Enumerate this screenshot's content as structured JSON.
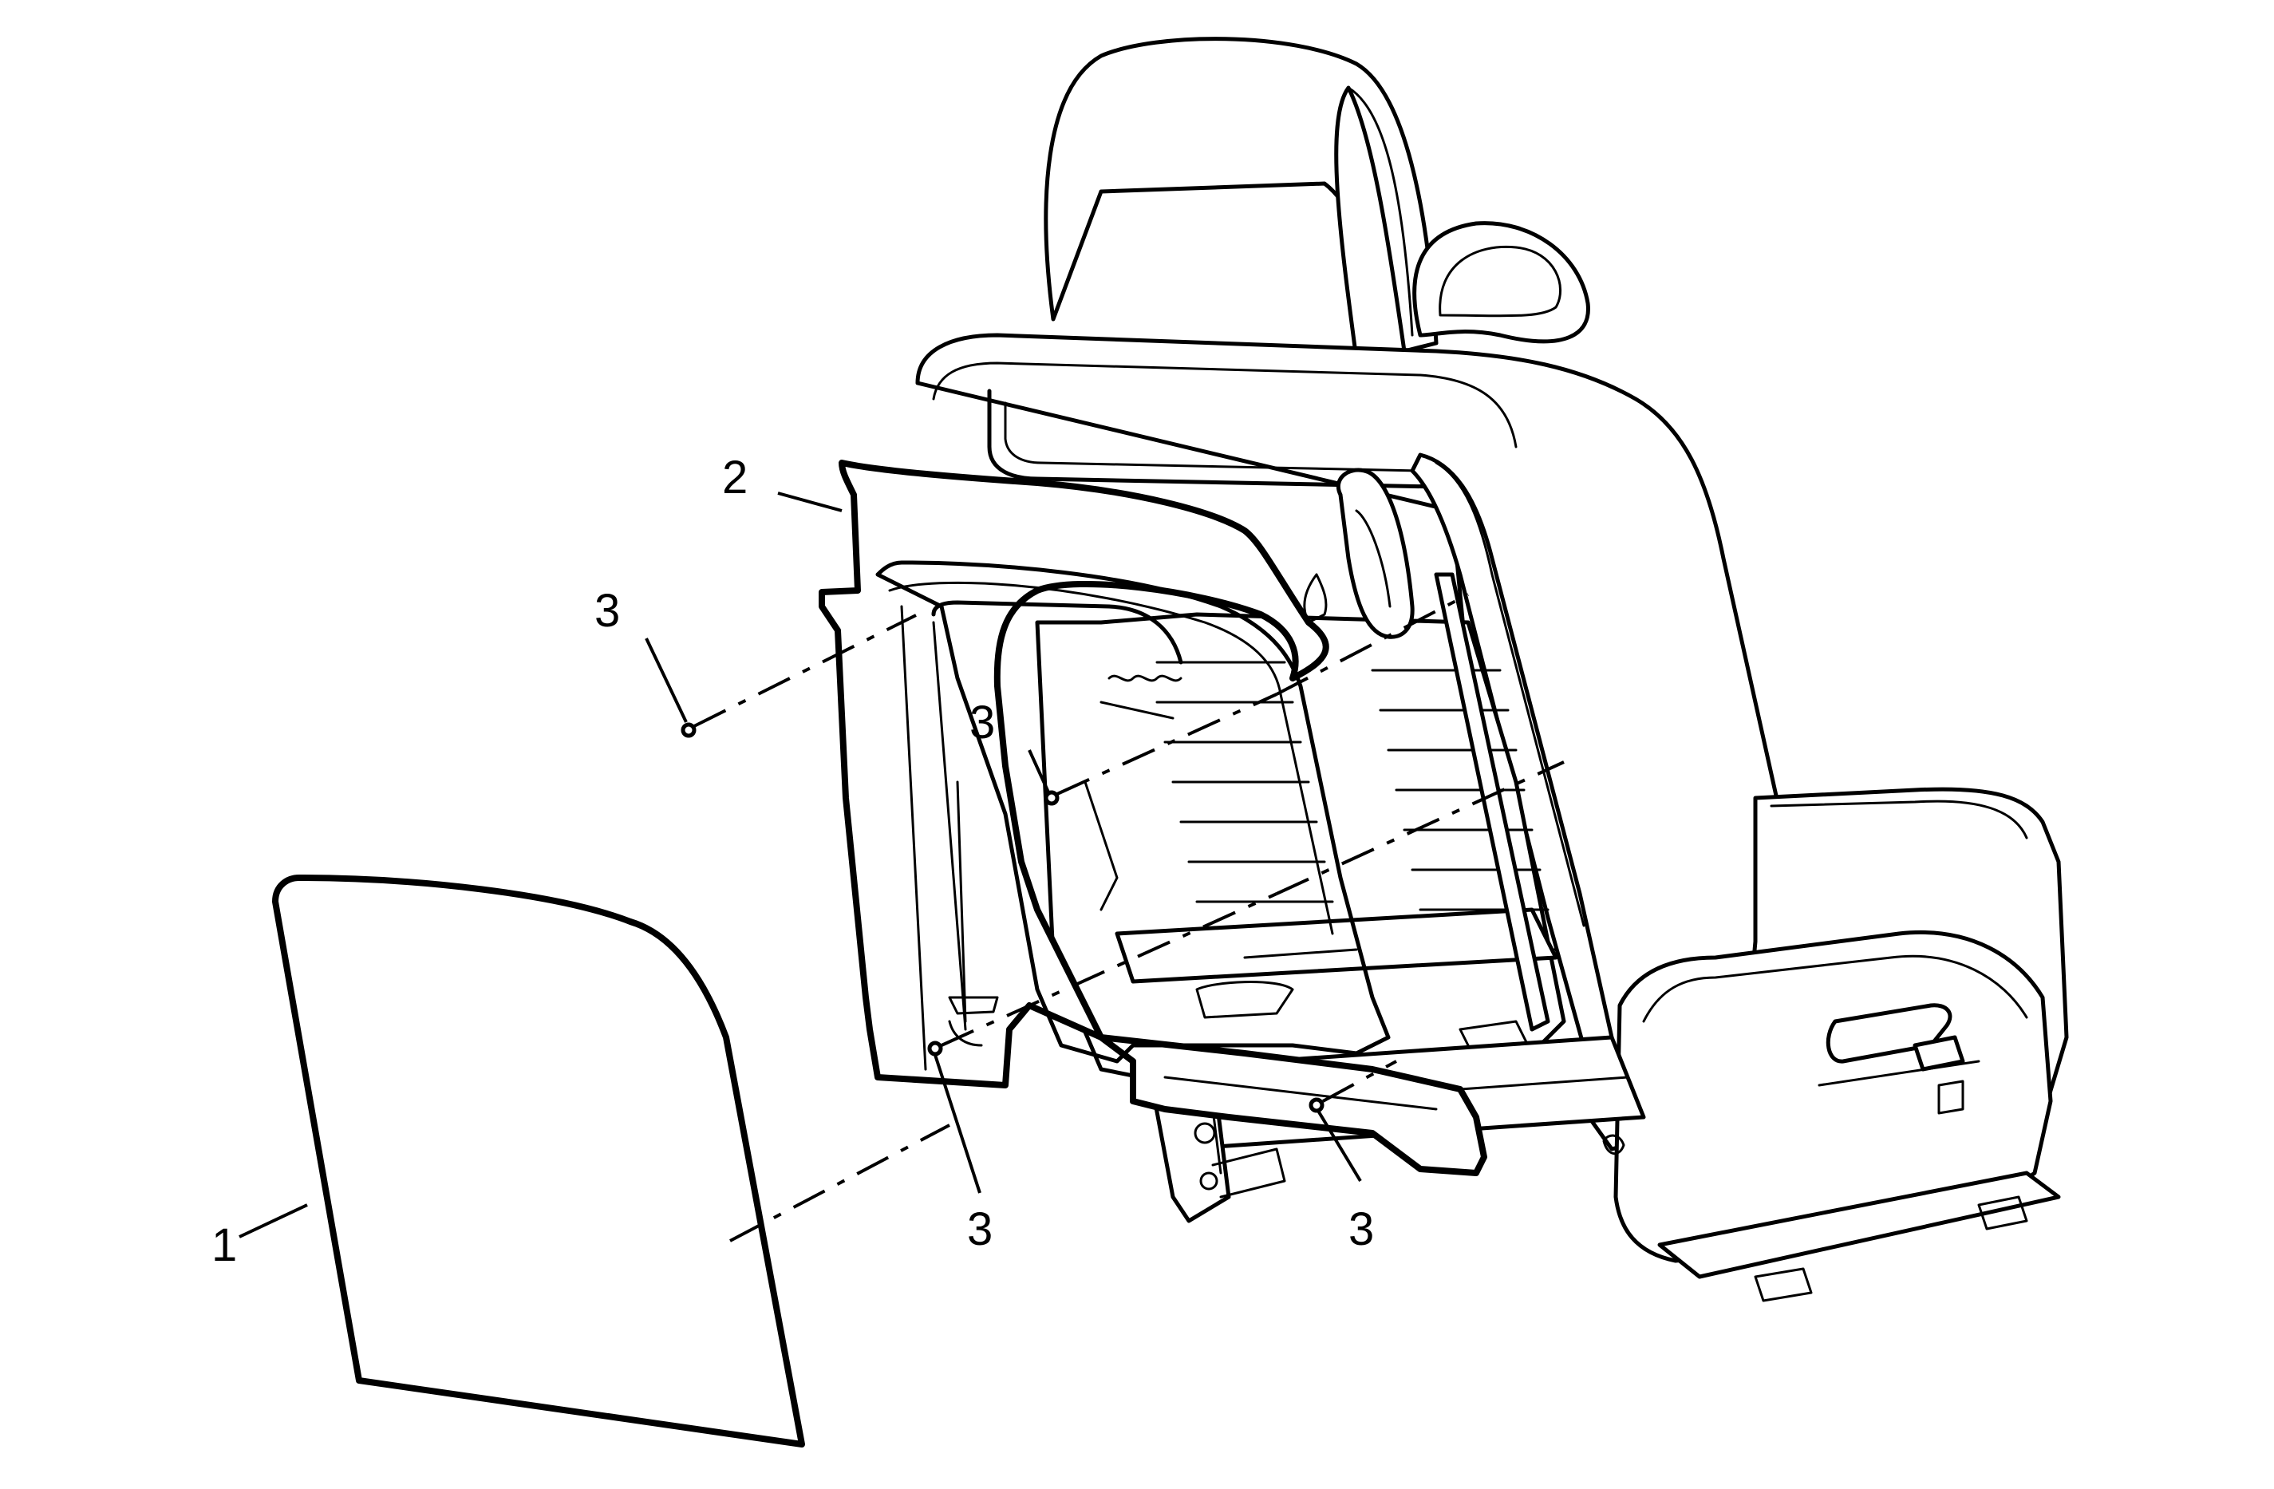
{
  "callouts": [
    {
      "id": "callout-1",
      "label": "1"
    },
    {
      "id": "callout-2",
      "label": "2"
    },
    {
      "id": "callout-3a",
      "label": "3"
    },
    {
      "id": "callout-3b",
      "label": "3"
    },
    {
      "id": "callout-3c",
      "label": "3"
    },
    {
      "id": "callout-3d",
      "label": "3"
    }
  ]
}
